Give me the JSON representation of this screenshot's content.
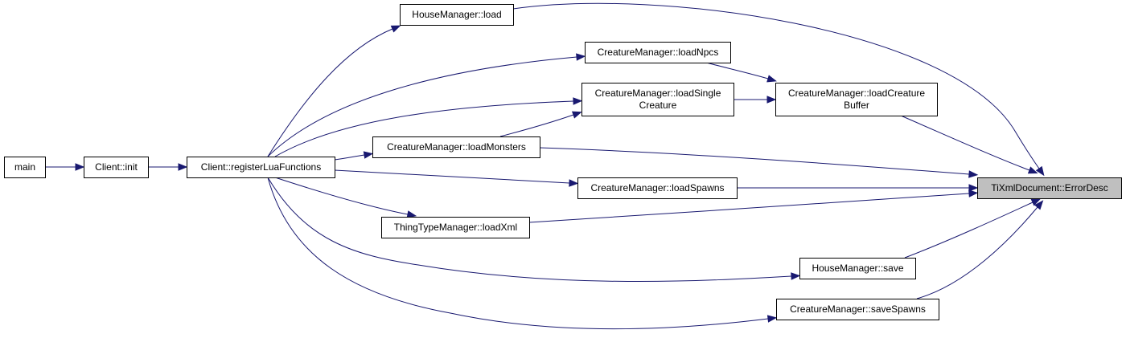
{
  "diagram": {
    "nodes": [
      {
        "id": "main",
        "lines": [
          "main"
        ],
        "highlight": false
      },
      {
        "id": "client_init",
        "lines": [
          "Client::init"
        ],
        "highlight": false
      },
      {
        "id": "register",
        "lines": [
          "Client::registerLuaFunctions"
        ],
        "highlight": false
      },
      {
        "id": "house_load",
        "lines": [
          "HouseManager::load"
        ],
        "highlight": false
      },
      {
        "id": "loadnpcs",
        "lines": [
          "CreatureManager::loadNpcs"
        ],
        "highlight": false
      },
      {
        "id": "loadsingle",
        "lines": [
          "CreatureManager::loadSingle",
          "Creature"
        ],
        "highlight": false
      },
      {
        "id": "loadmonsters",
        "lines": [
          "CreatureManager::loadMonsters"
        ],
        "highlight": false
      },
      {
        "id": "loadspawns",
        "lines": [
          "CreatureManager::loadSpawns"
        ],
        "highlight": false
      },
      {
        "id": "thingtype",
        "lines": [
          "ThingTypeManager::loadXml"
        ],
        "highlight": false
      },
      {
        "id": "loadbuffer",
        "lines": [
          "CreatureManager::loadCreature",
          "Buffer"
        ],
        "highlight": false
      },
      {
        "id": "house_save",
        "lines": [
          "HouseManager::save"
        ],
        "highlight": false
      },
      {
        "id": "savespawns",
        "lines": [
          "CreatureManager::saveSpawns"
        ],
        "highlight": false
      },
      {
        "id": "errordesc",
        "lines": [
          "TiXmlDocument::ErrorDesc"
        ],
        "highlight": true
      }
    ],
    "edges": [
      {
        "from": "main",
        "to": "client_init"
      },
      {
        "from": "client_init",
        "to": "register"
      },
      {
        "from": "register",
        "to": "house_load"
      },
      {
        "from": "register",
        "to": "loadnpcs"
      },
      {
        "from": "register",
        "to": "loadsingle"
      },
      {
        "from": "register",
        "to": "loadmonsters"
      },
      {
        "from": "register",
        "to": "loadspawns"
      },
      {
        "from": "register",
        "to": "thingtype"
      },
      {
        "from": "register",
        "to": "house_save"
      },
      {
        "from": "register",
        "to": "savespawns"
      },
      {
        "from": "loadmonsters",
        "to": "loadsingle"
      },
      {
        "from": "loadnpcs",
        "to": "loadbuffer"
      },
      {
        "from": "loadsingle",
        "to": "loadbuffer"
      },
      {
        "from": "house_load",
        "to": "errordesc"
      },
      {
        "from": "loadbuffer",
        "to": "errordesc"
      },
      {
        "from": "loadmonsters",
        "to": "errordesc"
      },
      {
        "from": "loadspawns",
        "to": "errordesc"
      },
      {
        "from": "thingtype",
        "to": "errordesc"
      },
      {
        "from": "house_save",
        "to": "errordesc"
      },
      {
        "from": "savespawns",
        "to": "errordesc"
      }
    ],
    "colors": {
      "edge": "#191970",
      "node_fill": "#ffffff",
      "highlight_fill": "#bfbfbf",
      "border": "#000000"
    }
  }
}
